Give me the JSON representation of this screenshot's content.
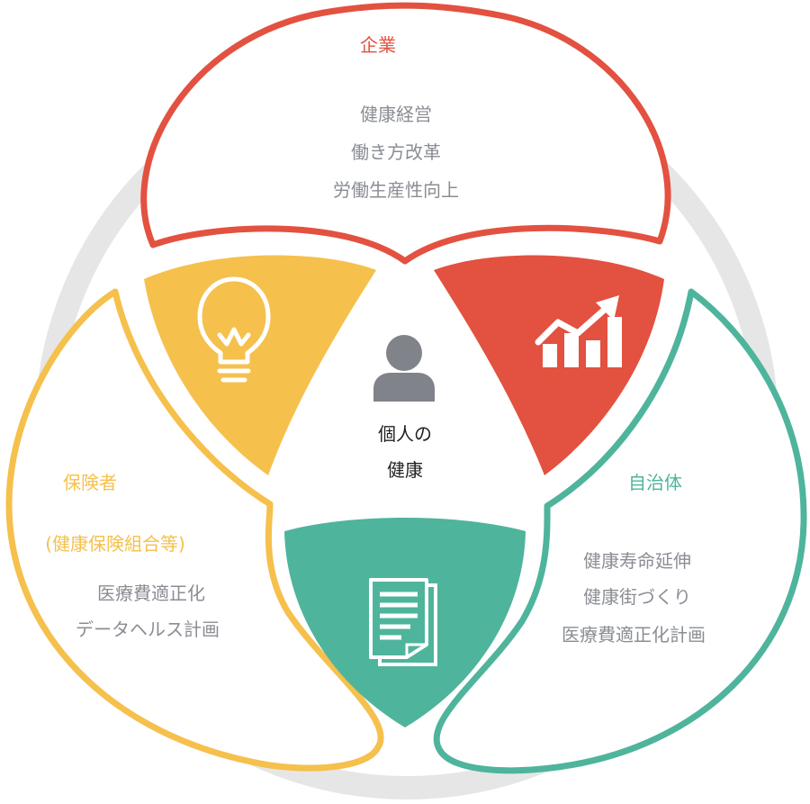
{
  "center": {
    "line1": "個人の",
    "line2": "健康"
  },
  "top": {
    "title": "企業",
    "items": [
      "健康経営",
      "働き方改革",
      "労働生産性向上"
    ]
  },
  "left": {
    "title": "保険者",
    "subtitle": "(健康保険組合等)",
    "items": [
      "医療費適正化",
      "データヘルス計画"
    ]
  },
  "right": {
    "title": "自治体",
    "items": [
      "健康寿命延伸",
      "健康街づくり",
      "医療費適正化計画"
    ]
  },
  "colors": {
    "red": "#e35140",
    "yellow": "#f5c04c",
    "green": "#4fb49c",
    "gray_ring": "#e6e6e6",
    "icon_gray": "#808389"
  },
  "icons": {
    "yellow_sector": "lightbulb-icon",
    "red_sector": "growth-chart-icon",
    "green_sector": "document-icon",
    "center": "person-icon"
  }
}
